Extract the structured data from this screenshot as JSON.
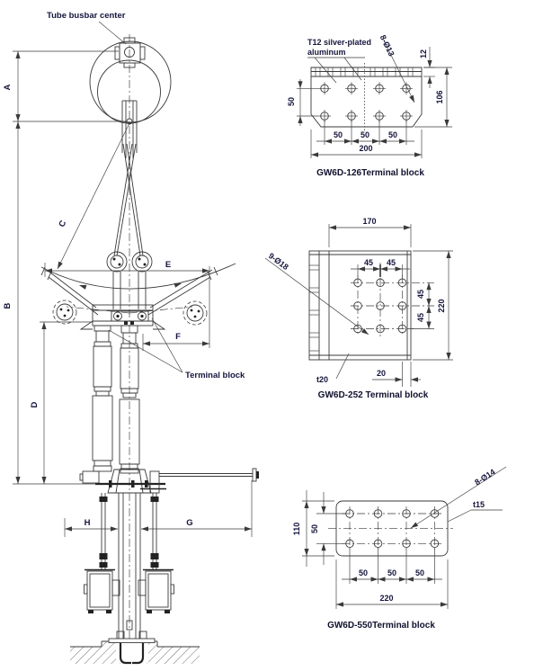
{
  "main_view": {
    "busbar_note": "Tube busbar center",
    "terminal_note": "Terminal block",
    "dim_a": "A",
    "dim_b": "B",
    "dim_c": "C",
    "dim_d": "D",
    "dim_e": "E",
    "dim_f": "F",
    "dim_g": "G",
    "dim_h": "H"
  },
  "block_126": {
    "material_note_line1": "T12 silver-plated",
    "material_note_line2": "aluminum",
    "hole_callout": "8-Ø13",
    "dim_strip": "12",
    "dim_height": "106",
    "dim_row": "50",
    "dim_col_1": "50",
    "dim_col_2": "50",
    "dim_col_3": "50",
    "dim_width": "200",
    "caption": "GW6D-126Terminal block"
  },
  "block_252": {
    "hole_callout": "9-Ø18",
    "dim_top": "170",
    "dim_col_1": "45",
    "dim_col_2": "45",
    "dim_row_1": "45",
    "dim_row_2": "45",
    "dim_height": "220",
    "dim_edge": "20",
    "thickness_note": "t20",
    "caption": "GW6D-252 Terminal block"
  },
  "block_550": {
    "hole_callout": "8-Ø14",
    "thickness_note": "t15",
    "dim_height": "110",
    "dim_row": "50",
    "dim_col_1": "50",
    "dim_col_2": "50",
    "dim_col_3": "50",
    "dim_width": "220",
    "caption": "GW6D-550Terminal block"
  }
}
